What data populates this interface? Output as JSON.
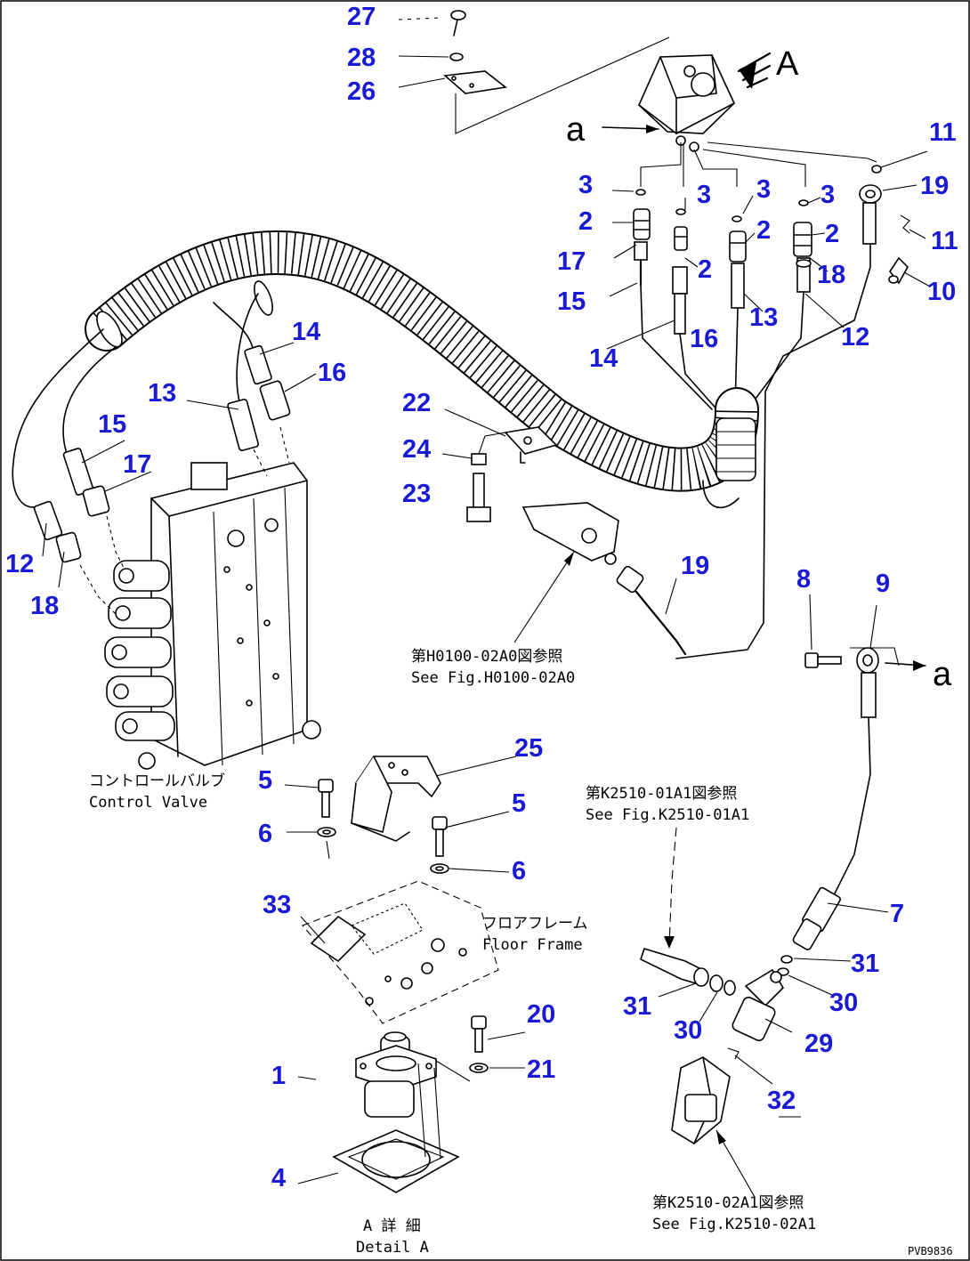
{
  "style": {
    "callout_color": "#1a1ad6",
    "line_color": "#000000",
    "background": "#ffffff"
  },
  "callouts": {
    "n27": "27",
    "n28": "28",
    "n26": "26",
    "n11a": "11",
    "n19a": "19",
    "n11b": "11",
    "n10": "10",
    "n3a": "3",
    "n3b": "3",
    "n3c": "3",
    "n3d": "3",
    "n2a": "2",
    "n2b": "2",
    "n2c": "2",
    "n2d": "2",
    "n17a": "17",
    "n15a": "15",
    "n18a": "18",
    "n12a": "12",
    "n14a": "14",
    "n16a": "16",
    "n13a": "13",
    "n14b": "14",
    "n16b": "16",
    "n13b": "13",
    "n15b": "15",
    "n17b": "17",
    "n12b": "12",
    "n18b": "18",
    "n22": "22",
    "n24": "24",
    "n23": "23",
    "n19b": "19",
    "n8": "8",
    "n9": "9",
    "n5a": "5",
    "n25": "25",
    "n6a": "6",
    "n5b": "5",
    "n6b": "6",
    "n7": "7",
    "n33": "33",
    "n31a": "31",
    "n31b": "31",
    "n30a": "30",
    "n30b": "30",
    "n29": "29",
    "n20": "20",
    "n21": "21",
    "n32": "32",
    "n1": "1",
    "n4": "4"
  },
  "labels": {
    "view_A": "A",
    "view_a_left": "a",
    "view_a_right": "a",
    "ref_h0100_jp": "第H0100-02A0図参照",
    "ref_h0100_en": "See Fig.H0100-02A0",
    "control_valve_jp": "コントロールバルブ",
    "control_valve_en": "Control Valve",
    "ref_k2510_01_jp": "第K2510-01A1図参照",
    "ref_k2510_01_en": "See Fig.K2510-01A1",
    "floor_frame_jp": "フロアフレーム",
    "floor_frame_en": "Floor Frame",
    "detail_a_jp": "A 詳 細",
    "detail_a_en": "Detail A",
    "ref_k2510_02_jp": "第K2510-02A1図参照",
    "ref_k2510_02_en": "See Fig.K2510-02A1",
    "drawing_code": "PVB9836"
  }
}
